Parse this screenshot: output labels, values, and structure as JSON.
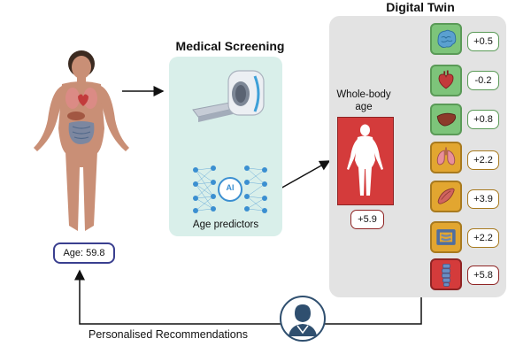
{
  "titles": {
    "medical_screening": "Medical Screening",
    "digital_twin": "Digital Twin"
  },
  "patient": {
    "age_label": "Age: 59.8"
  },
  "screening": {
    "ai_label": "AI",
    "predictors_label": "Age predictors"
  },
  "whole_body": {
    "label": "Whole-body age",
    "delta": "+5.9"
  },
  "organs": [
    {
      "name": "brain",
      "delta": "+0.5",
      "color": "#7dc47a",
      "border": "#5a9a57"
    },
    {
      "name": "heart",
      "delta": "-0.2",
      "color": "#7dc47a",
      "border": "#5a9a57"
    },
    {
      "name": "liver",
      "delta": "+0.8",
      "color": "#7dc47a",
      "border": "#5a9a57"
    },
    {
      "name": "lungs",
      "delta": "+2.2",
      "color": "#e2a630",
      "border": "#a87a1f"
    },
    {
      "name": "muscle",
      "delta": "+3.9",
      "color": "#e2a630",
      "border": "#a87a1f"
    },
    {
      "name": "intestine",
      "delta": "+2.2",
      "color": "#e2a630",
      "border": "#a87a1f"
    },
    {
      "name": "spine",
      "delta": "+5.8",
      "color": "#d43b3b",
      "border": "#8f2424"
    }
  ],
  "recommendations": {
    "label": "Personalised Recommendations"
  },
  "colors": {
    "twin_panel": "#e3e3e3",
    "screening_panel": "#d9efea",
    "whole_body_box": "#d43b3b",
    "age_border": "#3a3f8f"
  },
  "icons": [
    "mri-scanner-icon",
    "neural-network-icon",
    "doctor-avatar-icon",
    "human-body-icon"
  ]
}
